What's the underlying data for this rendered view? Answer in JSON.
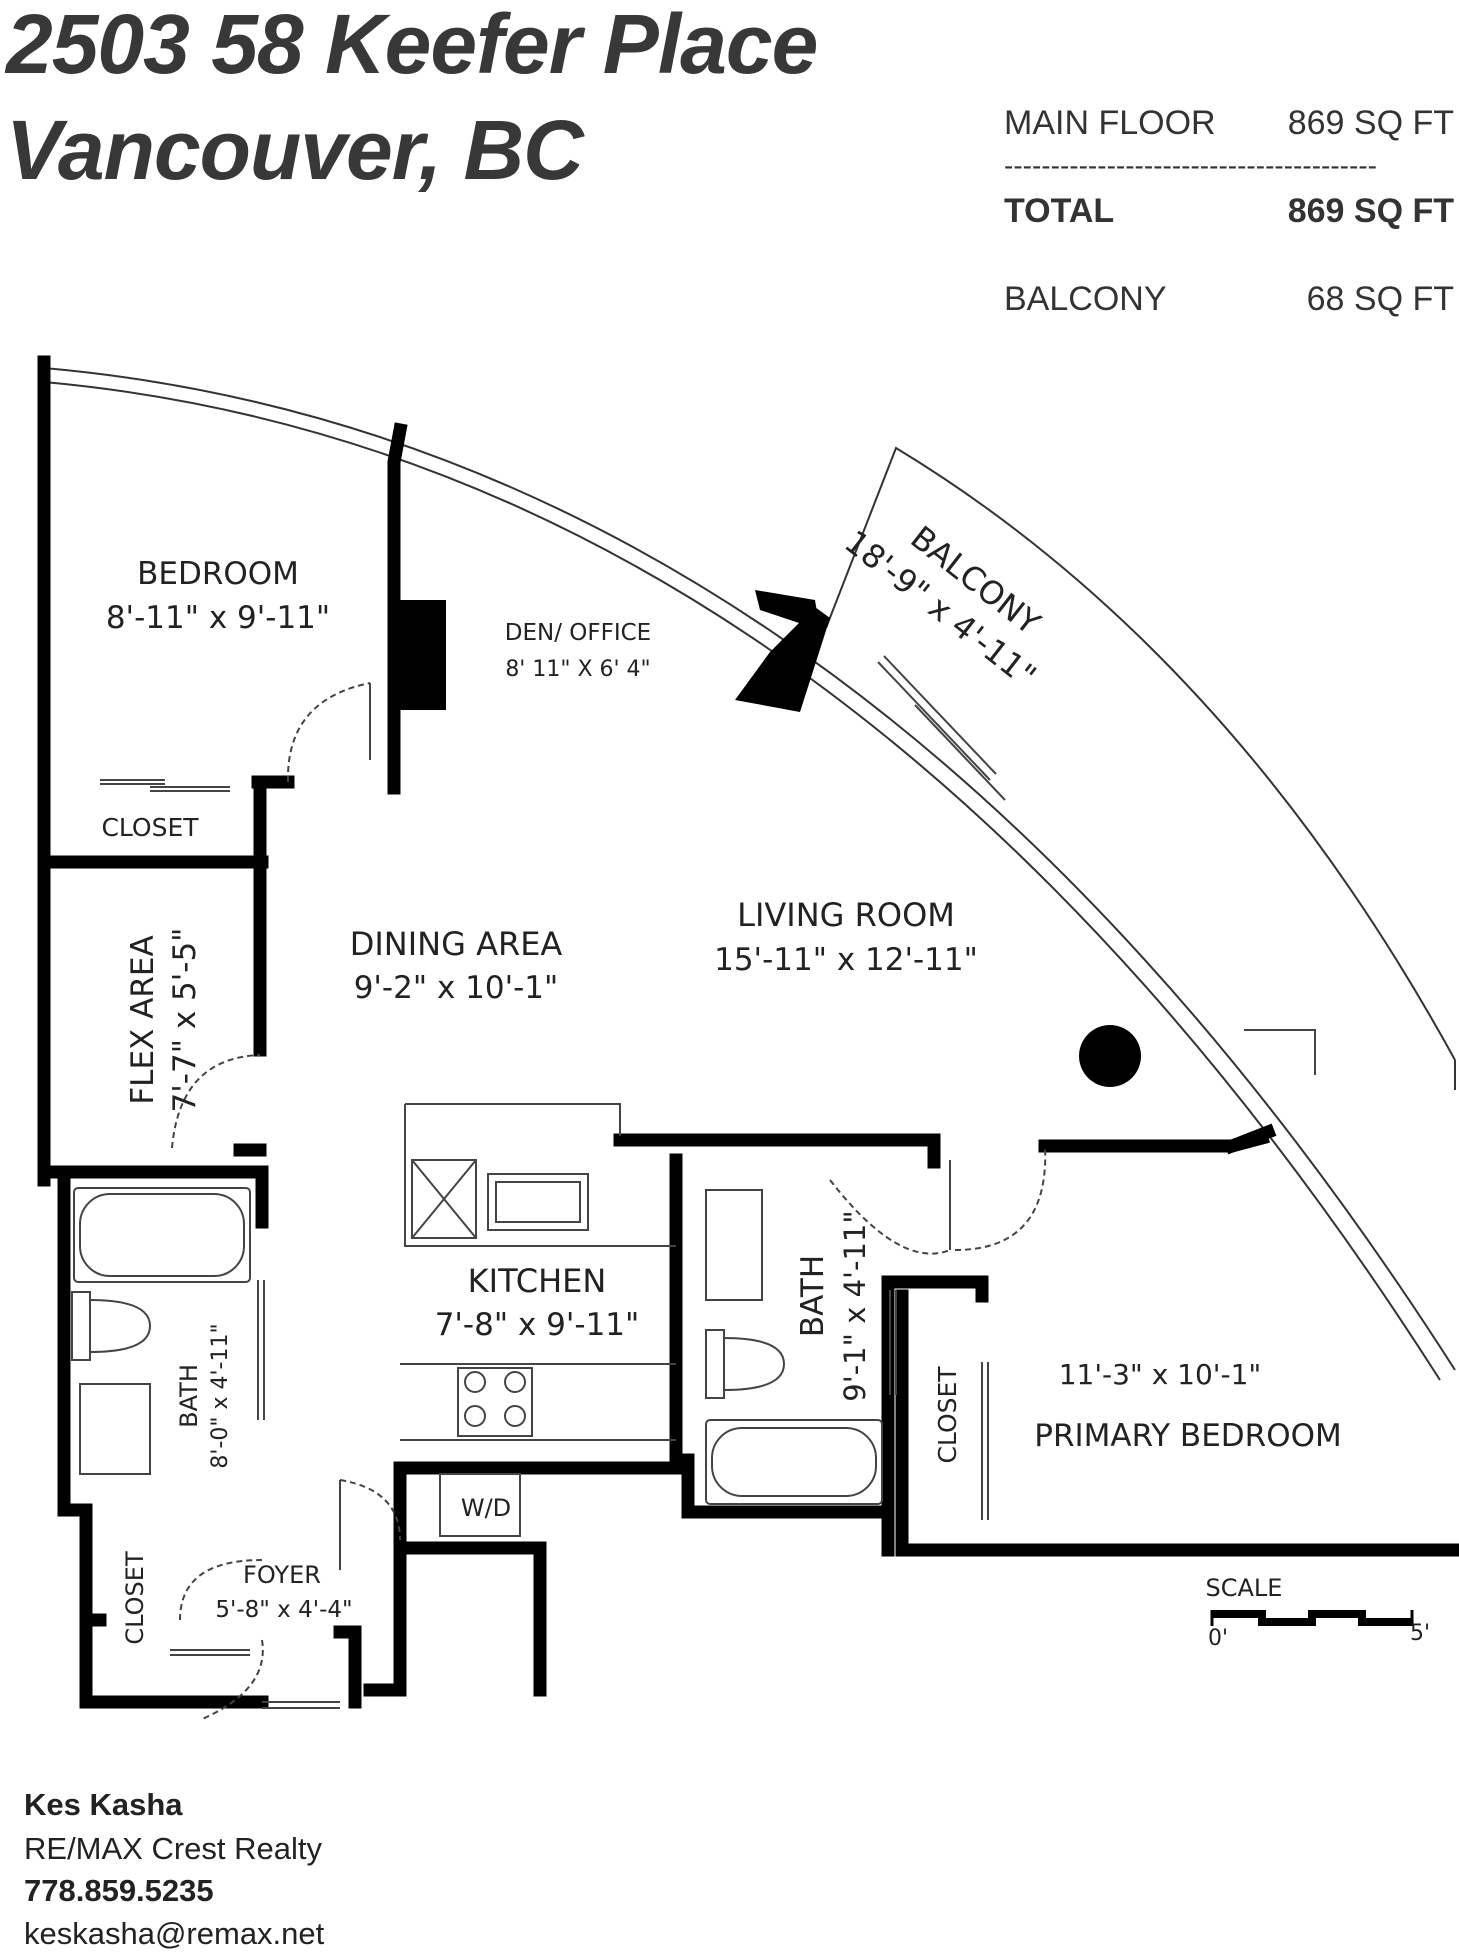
{
  "header": {
    "address_line1": "2503 58 Keefer Place",
    "address_line2": "Vancouver, BC"
  },
  "areas": {
    "main_floor_label": "MAIN FLOOR",
    "main_floor_value": "869 SQ FT",
    "divider": "----------------------------------------",
    "total_label": "TOTAL",
    "total_value": "869 SQ FT",
    "balcony_label": "BALCONY",
    "balcony_value": "68 SQ FT"
  },
  "rooms": {
    "bedroom": {
      "name": "BEDROOM",
      "dims": "8'-11\" x 9'-11\""
    },
    "den": {
      "name": "DEN/ OFFICE",
      "dims": "8' 11\" X 6' 4\""
    },
    "balcony": {
      "name": "BALCONY",
      "dims": "18'-9\" x 4'-11\""
    },
    "closet_bedroom": {
      "name": "CLOSET"
    },
    "flex": {
      "name": "FLEX AREA",
      "dims": "7'-7\" x 5'-5\""
    },
    "dining": {
      "name": "DINING AREA",
      "dims": "9'-2\" x 10'-1\""
    },
    "living": {
      "name": "LIVING ROOM",
      "dims": "15'-11\" x 12'-11\""
    },
    "kitchen": {
      "name": "KITCHEN",
      "dims": "7'-8\" x 9'-11\""
    },
    "bath_left": {
      "name": "BATH",
      "dims": "8'-0\" x 4'-11\""
    },
    "bath_right": {
      "name": "BATH",
      "dims": "9'-1\" x 4'-11\""
    },
    "closet_primary": {
      "name": "CLOSET"
    },
    "primary": {
      "name": "PRIMARY BEDROOM",
      "dims": "11'-3\" x 10'-1\""
    },
    "wd": {
      "name": "W/D"
    },
    "foyer": {
      "name": "FOYER",
      "dims": "5'-8\" x 4'-4\""
    },
    "closet_foyer": {
      "name": "CLOSET"
    }
  },
  "scale": {
    "label": "SCALE",
    "start": "0'",
    "end": "5'"
  },
  "contact": {
    "name": "Kes Kasha",
    "company": "RE/MAX Crest Realty",
    "phone": "778.859.5235",
    "email": "keskasha@remax.net"
  }
}
